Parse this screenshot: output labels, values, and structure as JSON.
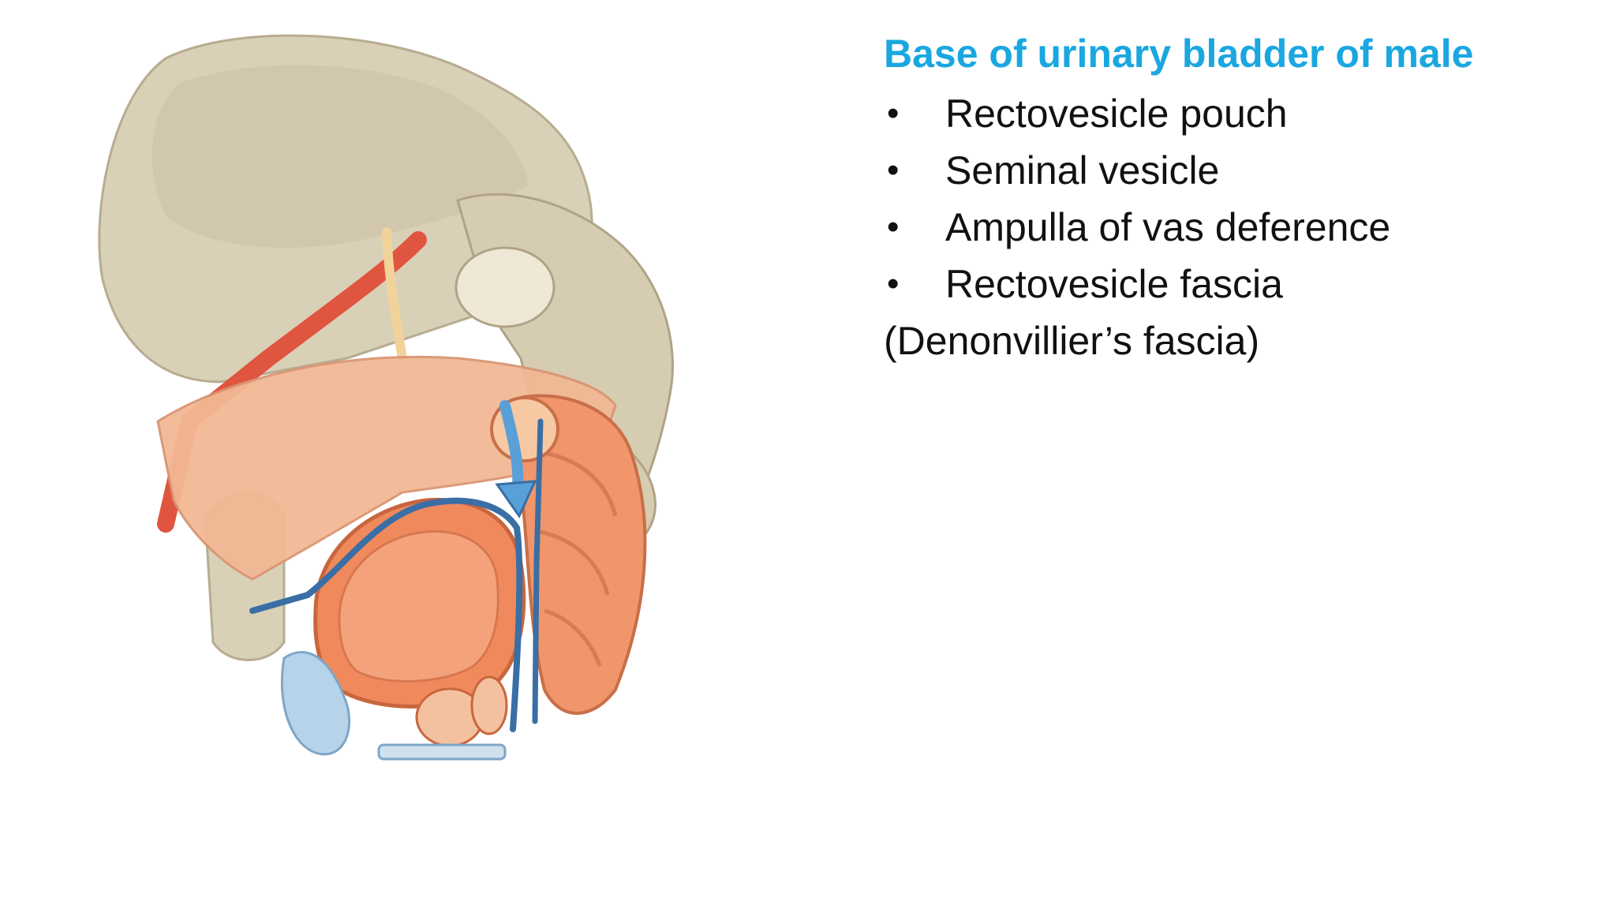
{
  "slide": {
    "heading": "Base of urinary bladder of male",
    "bullet_glyph": "•",
    "bullets": [
      "Rectovesicle pouch",
      "Seminal vesicle",
      "Ampulla of vas deference",
      "Rectovesicle fascia"
    ],
    "footnote": "(Denonvillier’s fascia)"
  },
  "colors": {
    "heading": "#1aa7e0",
    "body_text": "#111111",
    "bone": "#d9d0b8",
    "peritoneum": "#f2b894",
    "bladder": "#f08a5d",
    "artery": "#e0553f",
    "outline_blue": "#3a6ea5",
    "arrow_blue": "#5aa0d8",
    "cartilage": "#b7d3ea"
  }
}
